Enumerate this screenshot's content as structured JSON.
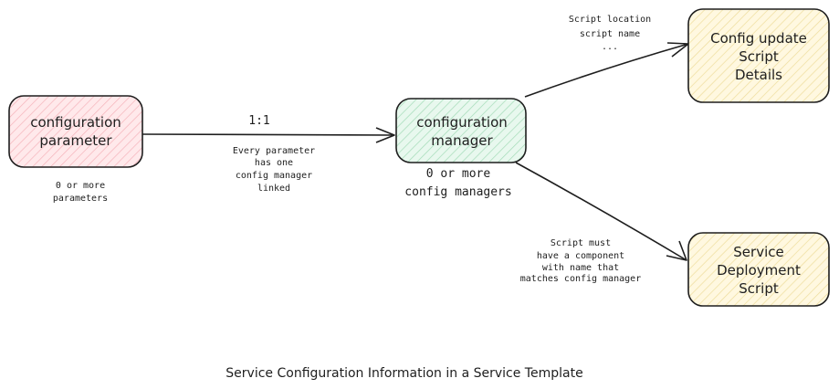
{
  "nodes": {
    "config_parameter": {
      "lines": [
        "configuration",
        "parameter"
      ],
      "fill": "#ffe3e6",
      "hatch": "#f2a0a8",
      "stroke": "#1e1e1e"
    },
    "config_manager": {
      "lines": [
        "configuration",
        "manager"
      ],
      "fill": "#e3f6ea",
      "hatch": "#8fd3a8",
      "stroke": "#1e1e1e"
    },
    "config_update_script": {
      "lines": [
        "Config update",
        "Script",
        "Details"
      ],
      "fill": "#fff6d9",
      "hatch": "#e9d58a",
      "stroke": "#1e1e1e"
    },
    "service_deployment_script": {
      "lines": [
        "Service",
        "Deployment",
        "Script"
      ],
      "fill": "#fff6d9",
      "hatch": "#e9d58a",
      "stroke": "#1e1e1e"
    }
  },
  "labels": {
    "cardinality": "1:1",
    "param_manager_note": [
      "Every parameter",
      "has one",
      "config manager",
      "linked"
    ],
    "param_count": [
      "0 or more",
      "parameters"
    ],
    "manager_count": [
      "0 or more",
      "config managers"
    ],
    "script_details_note": [
      "Script location",
      "script name",
      "..."
    ],
    "deployment_note": [
      "Script must",
      "have a component",
      "with name that",
      "matches config manager"
    ]
  },
  "caption": "Service Configuration Information in a Service Template"
}
